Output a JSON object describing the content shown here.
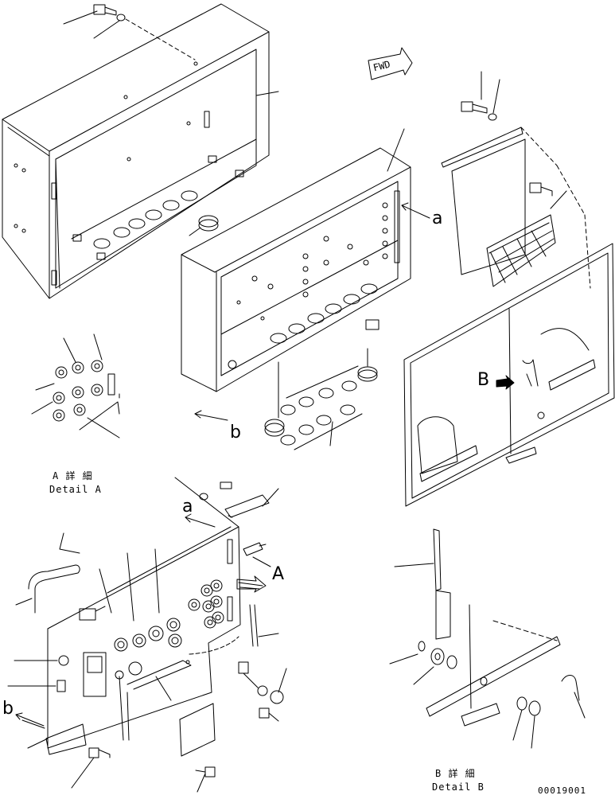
{
  "diagram": {
    "fwd_label": "FWD",
    "callouts": {
      "a_top": "a",
      "b_top": "b",
      "B": "B",
      "a_mid": "a",
      "A": "A",
      "b_bottom": "b"
    },
    "detail_a": {
      "jp": "A 詳 細",
      "en": "Detail A"
    },
    "detail_b": {
      "jp": "B 詳 細",
      "en": "Detail B"
    },
    "part_number": "00019001"
  }
}
